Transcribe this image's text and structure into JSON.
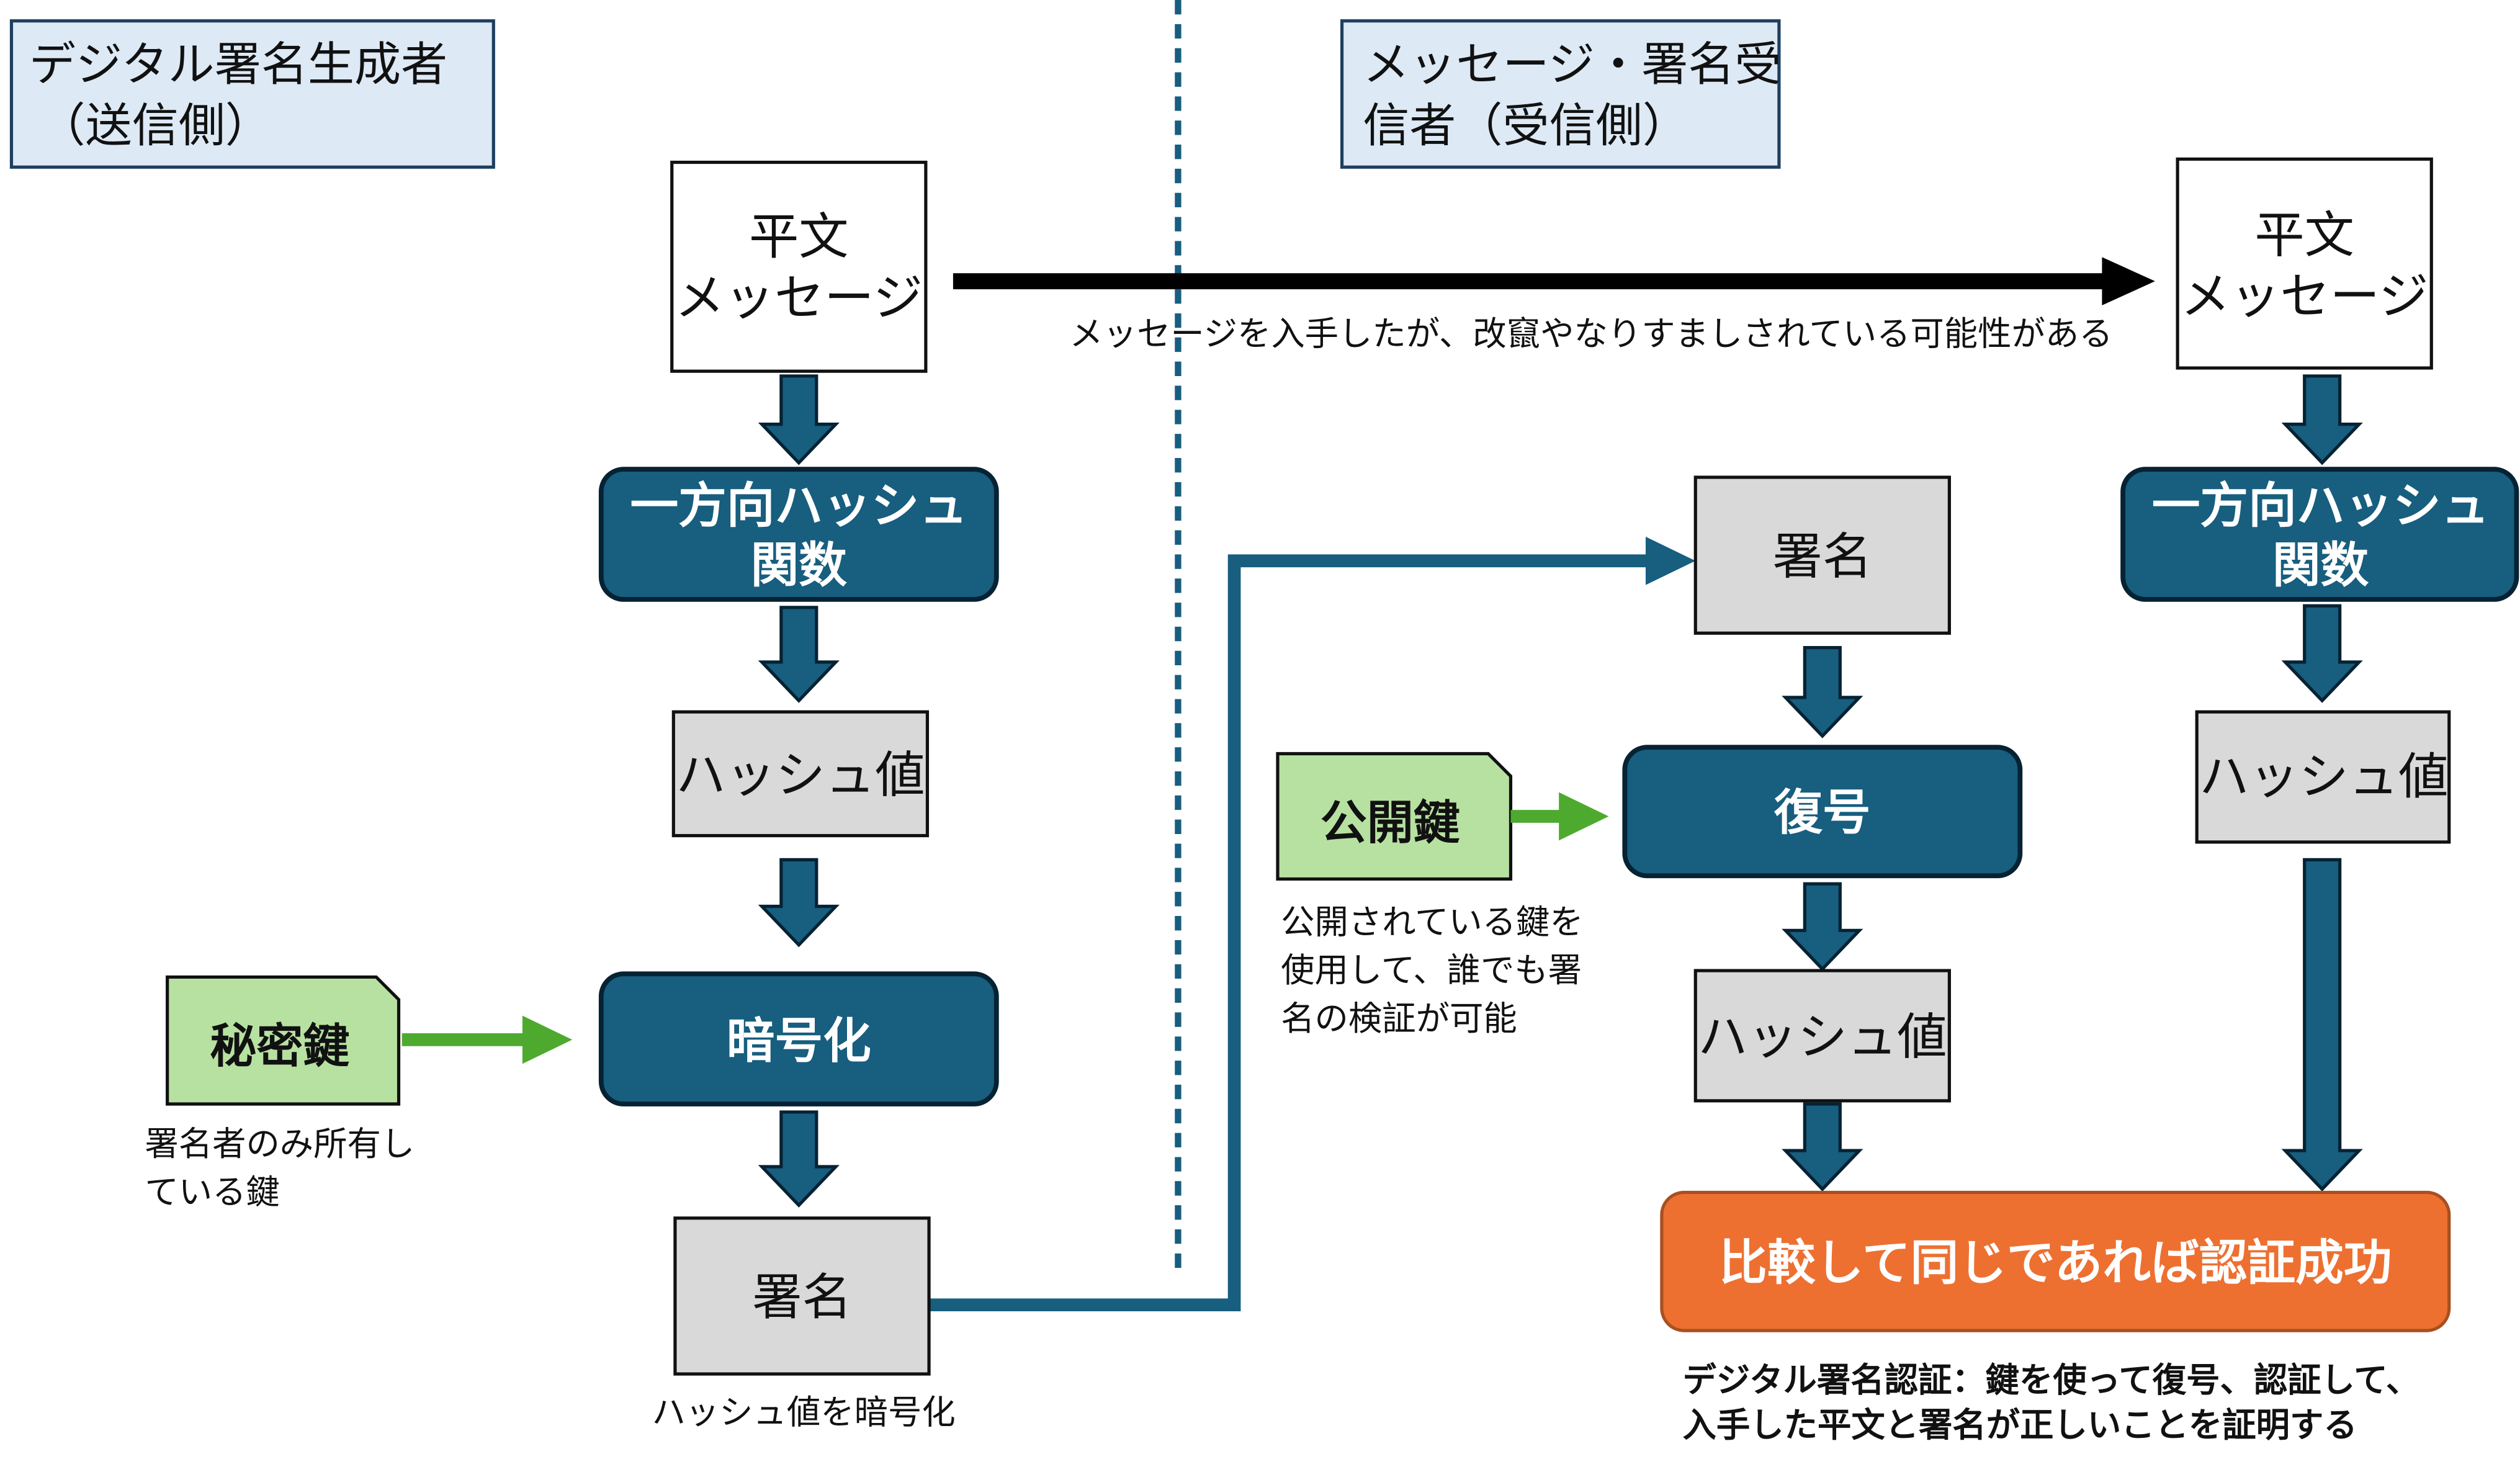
{
  "sender_label": {
    "line1": "デジタル署名生成者",
    "line2": "（送信側）"
  },
  "receiver_label": {
    "line1": "メッセージ・署名受",
    "line2": "信者（受信側）"
  },
  "sender": {
    "plaintext": {
      "line1": "平文",
      "line2": "メッセージ"
    },
    "hash_function": {
      "line1": "一方向ハッシュ",
      "line2": "関数"
    },
    "hash_value": "ハッシュ値",
    "encrypt": "暗号化",
    "private_key": "秘密鍵",
    "private_key_caption": {
      "line1": "署名者のみ所有し",
      "line2": "ている鍵"
    },
    "signature": "署名",
    "signature_caption": "ハッシュ値を暗号化"
  },
  "transfer_caption": "メッセージを入手したが、改竄やなりすましされている可能性がある",
  "receiver": {
    "signature": "署名",
    "public_key": "公開鍵",
    "public_key_caption": {
      "line1": "公開されている鍵を",
      "line2": "使用して、誰でも署",
      "line3": "名の検証が可能"
    },
    "decrypt": "復号",
    "decrypted_hash_value": "ハッシュ値",
    "plaintext": {
      "line1": "平文",
      "line2": "メッセージ"
    },
    "hash_function": {
      "line1": "一方向ハッシュ",
      "line2": "関数"
    },
    "hash_value": "ハッシュ値",
    "result": "比較して同じであれば認証成功",
    "summary": {
      "line1": "デジタル署名認証：鍵を使って復号、認証して、",
      "line2": "入手した平文と署名が正しいことを証明する"
    }
  },
  "colors": {
    "process": "#175e7f",
    "process_border": "#062233",
    "data_box": "#d9d9d9",
    "key": "#b7e1a1",
    "key_arrow": "#4eaa2e",
    "result": "#ed7031",
    "label_box": "#dde9f5"
  }
}
